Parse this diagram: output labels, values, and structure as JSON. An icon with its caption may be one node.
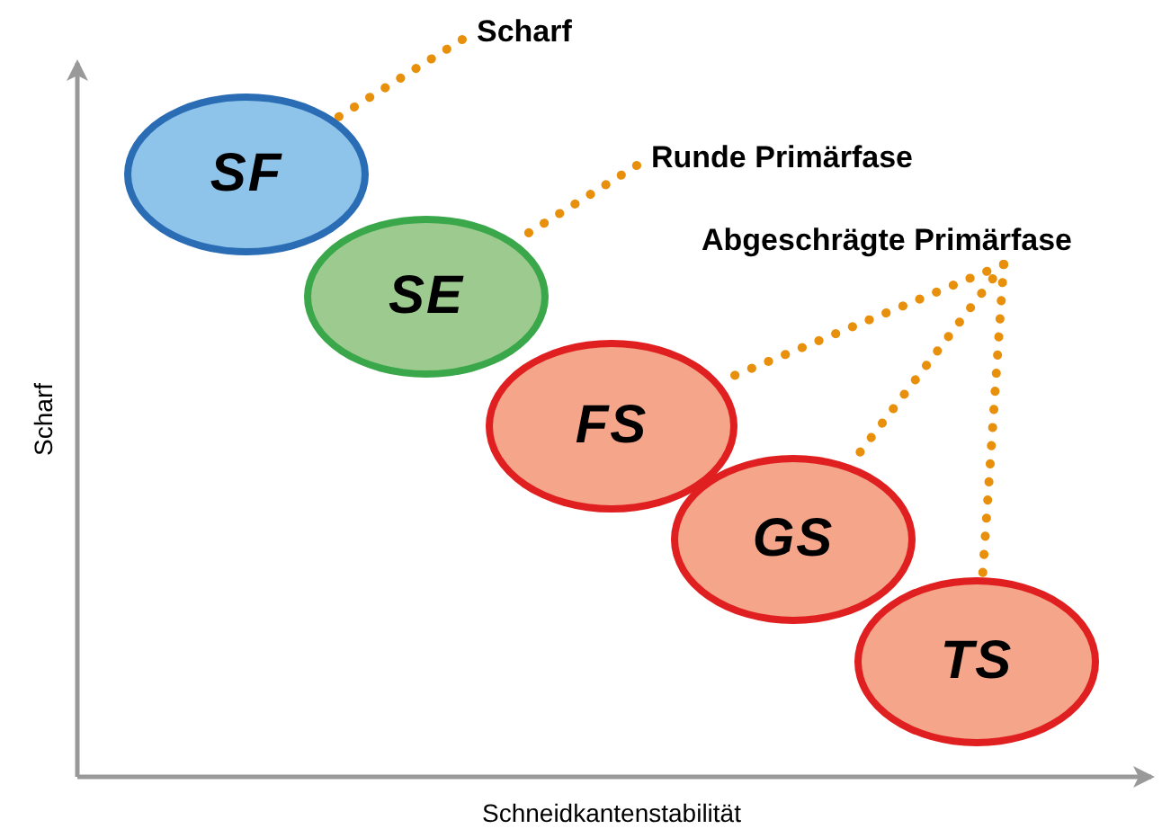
{
  "diagram": {
    "nodes": [
      {
        "text": [
          "SF"
        ]
      },
      {
        "text": [
          "SE"
        ]
      },
      {
        "text": [
          "FS"
        ]
      },
      {
        "text": [
          "GS"
        ]
      },
      {
        "text": [
          "TS"
        ]
      },
      {
        "text": [
          "Scharf"
        ]
      },
      {
        "text": [
          "Runde Primärfase"
        ]
      },
      {
        "text": [
          "Abgeschrägte Primärfase"
        ]
      }
    ],
    "edges": [
      {
        "from": 5,
        "to": 0,
        "arrow": "none",
        "style": "dashed"
      },
      {
        "from": 6,
        "to": 1,
        "arrow": "none",
        "style": "dashed"
      },
      {
        "from": 7,
        "to": 2,
        "arrow": "none",
        "style": "dashed"
      },
      {
        "from": 7,
        "to": 3,
        "arrow": "none",
        "style": "dashed"
      },
      {
        "from": 7,
        "to": 4,
        "arrow": "none",
        "style": "dashed"
      }
    ],
    "labels": [
      "Scharf",
      "Schneidkantenstabilität"
    ]
  }
}
